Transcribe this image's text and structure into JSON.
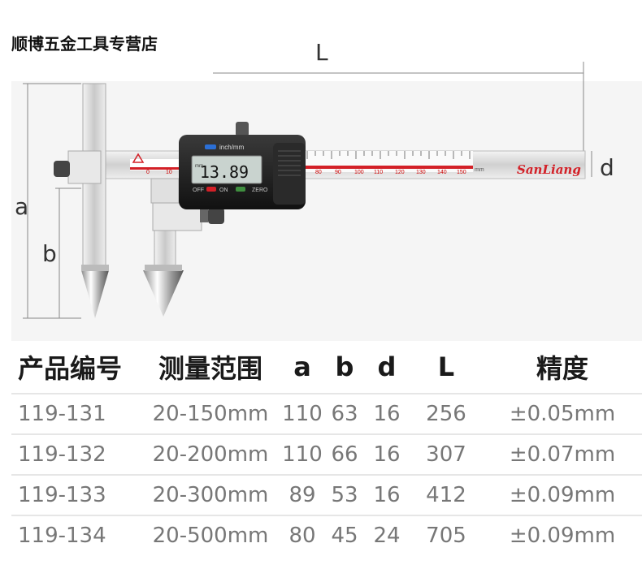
{
  "shop_name": "顺博五金工具专营店",
  "dimensions": {
    "L": "L",
    "a": "a",
    "b": "b",
    "d": "d"
  },
  "instrument": {
    "display_value": "13.89",
    "display_unit": "mm",
    "unit_toggle": "inch/mm",
    "off_label": "OFF",
    "on_label": "ON",
    "zero_label": "ZERO",
    "brand": "SanLiang",
    "scale_labels": [
      "0",
      "10",
      "80",
      "90",
      "100",
      "110",
      "120",
      "130",
      "140",
      "150"
    ],
    "scale_unit": "mm"
  },
  "table": {
    "headers": [
      "产品编号",
      "测量范围",
      "a",
      "b",
      "d",
      "L",
      "精度"
    ],
    "rows": [
      [
        "119-131",
        "20-150mm",
        "110",
        "63",
        "16",
        "256",
        "±0.05mm"
      ],
      [
        "119-132",
        "20-200mm",
        "110",
        "66",
        "16",
        "307",
        "±0.07mm"
      ],
      [
        "119-133",
        "20-300mm",
        "89",
        "53",
        "16",
        "412",
        "±0.09mm"
      ],
      [
        "119-134",
        "20-500mm",
        "80",
        "45",
        "24",
        "705",
        "±0.09mm"
      ]
    ]
  }
}
